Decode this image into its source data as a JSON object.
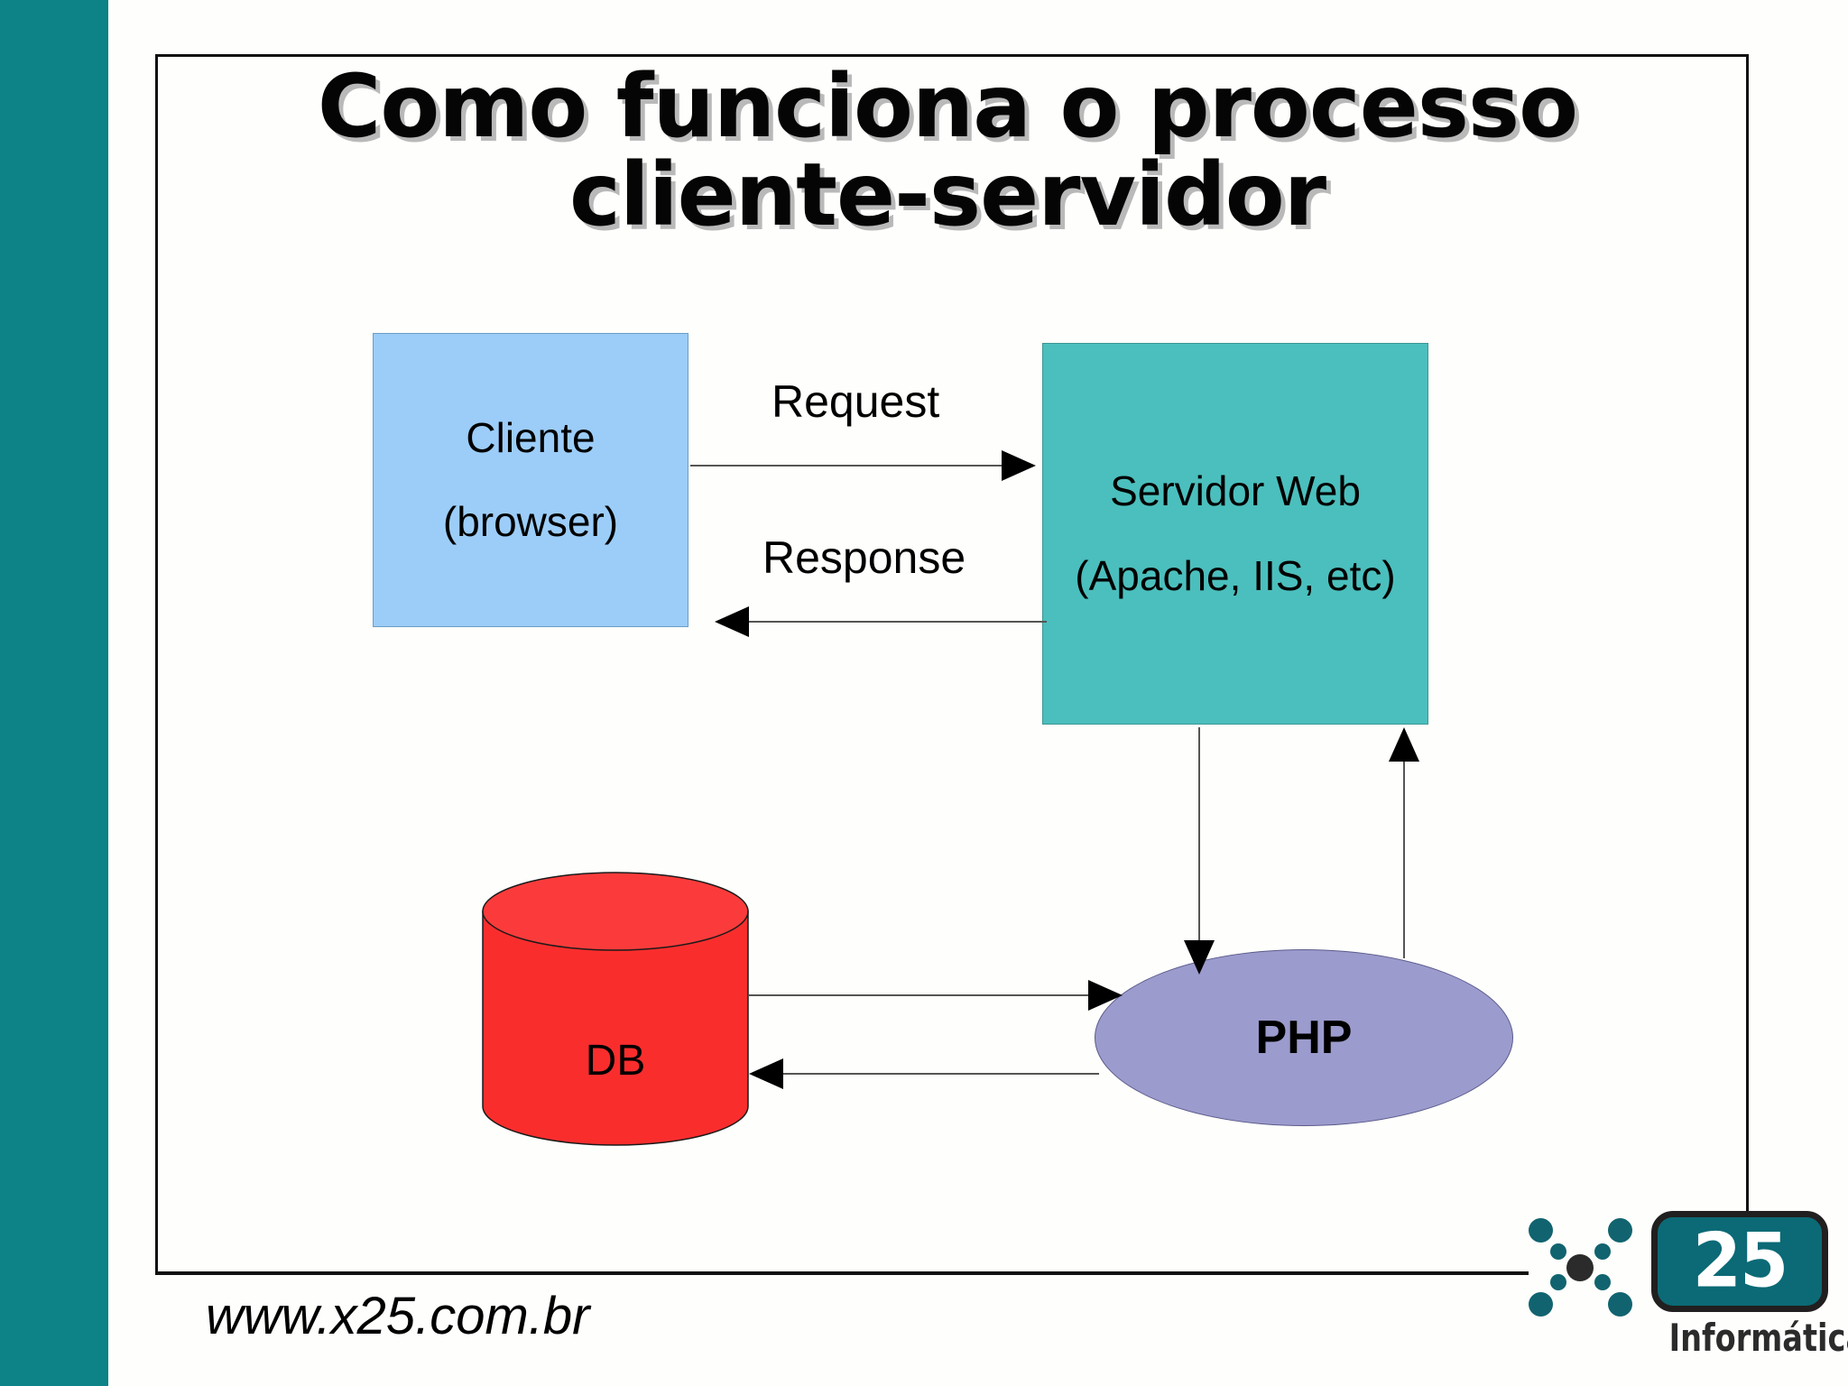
{
  "slide": {
    "title": "Como funciona o processo\ncliente-servidor",
    "footer_url": "www.x25.com.br",
    "accent_color": "#0d8287"
  },
  "diagram": {
    "type": "flow",
    "nodes": [
      {
        "id": "cliente",
        "label_line1": "Cliente",
        "label_line2": "(browser)",
        "shape": "rectangle",
        "fill": "#9ccdf8"
      },
      {
        "id": "servidor",
        "label_line1": "Servidor Web",
        "label_line2": "(Apache, IIS, etc)",
        "shape": "rectangle",
        "fill": "#4bbfbd"
      },
      {
        "id": "db",
        "label": "DB",
        "shape": "cylinder",
        "fill": "#fa2d2d"
      },
      {
        "id": "php",
        "label": "PHP",
        "shape": "ellipse",
        "fill": "#9b9bcd"
      }
    ],
    "edges": [
      {
        "id": "request",
        "from": "cliente",
        "to": "servidor",
        "label": "Request",
        "direction": "right"
      },
      {
        "id": "response",
        "from": "servidor",
        "to": "cliente",
        "label": "Response",
        "direction": "left"
      },
      {
        "id": "server-to-php",
        "from": "servidor",
        "to": "php",
        "label": "",
        "direction": "down"
      },
      {
        "id": "php-to-server",
        "from": "php",
        "to": "servidor",
        "label": "",
        "direction": "up"
      },
      {
        "id": "db-to-php",
        "from": "db",
        "to": "php",
        "label": "",
        "direction": "right"
      },
      {
        "id": "php-to-db",
        "from": "php",
        "to": "db",
        "label": "",
        "direction": "left"
      }
    ]
  },
  "logo": {
    "badge_number": "25",
    "subtitle": "Informática",
    "badge_color": "#0b6a76",
    "dot_color": "#11646f"
  }
}
